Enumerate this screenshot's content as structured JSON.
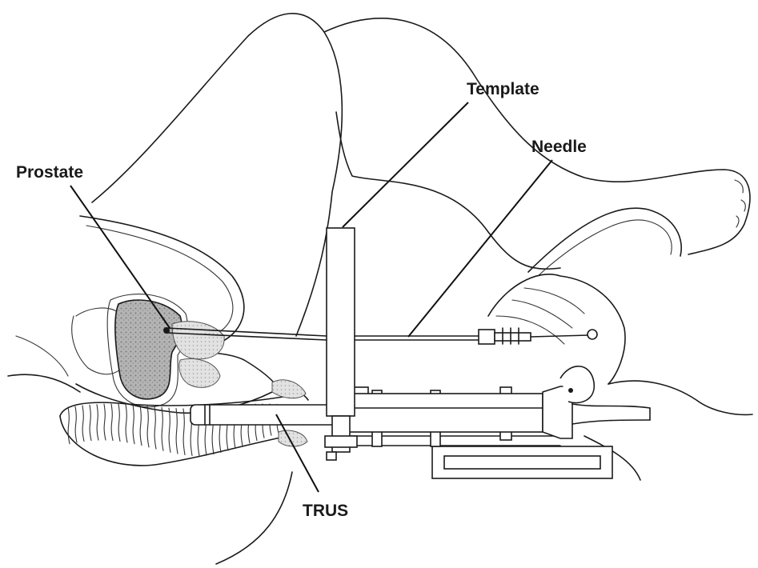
{
  "labels": {
    "prostate": "Prostate",
    "template": "Template",
    "needle": "Needle",
    "trus": "TRUS"
  },
  "colors": {
    "ink": "#1a1a1a",
    "prostate_fill": "#a9a9a9",
    "tissue_fill": "#d6d6d6",
    "background": "#ffffff"
  }
}
